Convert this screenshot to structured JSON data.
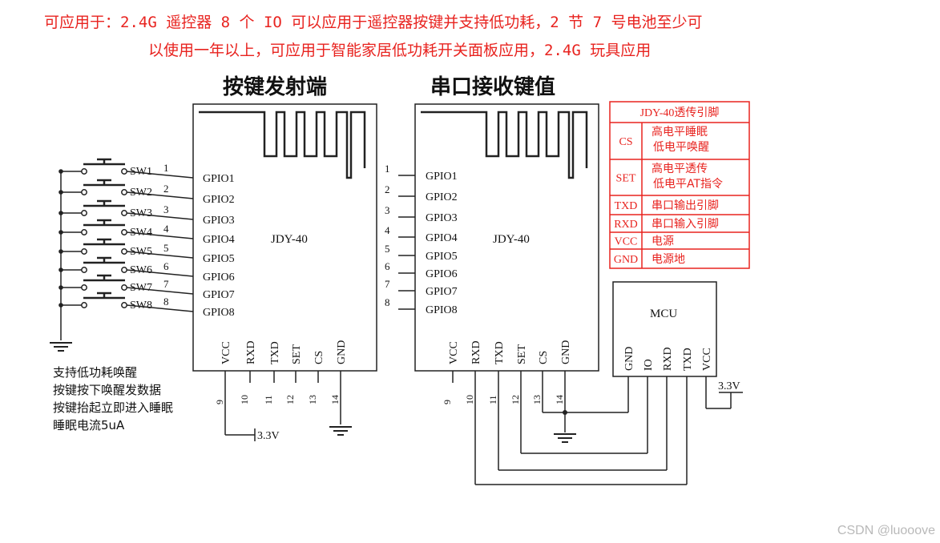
{
  "header": {
    "line1": "可应用于：2.4G 遥控器 8 个 IO 可以应用于遥控器按键并支持低功耗，2 节 7 号电池至少可",
    "line2": "以使用一年以上，可应用于智能家居低功耗开关面板应用，2.4G 玩具应用",
    "color": "#e8231f"
  },
  "left_module": {
    "title": "按键发射端",
    "chip_label": "JDY-40",
    "switches": [
      "SW1",
      "SW2",
      "SW3",
      "SW4",
      "SW5",
      "SW6",
      "SW7",
      "SW8"
    ],
    "switch_numbers": [
      "1",
      "2",
      "3",
      "4",
      "5",
      "6",
      "7",
      "8"
    ],
    "gpio_labels": [
      "GPIO1",
      "GPIO2",
      "GPIO3",
      "GPIO4",
      "GPIO5",
      "GPIO6",
      "GPIO7",
      "GPIO8"
    ],
    "bottom_pins": [
      "VCC",
      "RXD",
      "TXD",
      "SET",
      "CS",
      "GND"
    ],
    "bottom_numbers": [
      "9",
      "10",
      "11",
      "12",
      "13",
      "14"
    ],
    "supply_label": "3.3V",
    "notes": [
      "支持低功耗唤醒",
      "按键按下唤醒发数据",
      "按键抬起立即进入睡眠",
      "睡眠电流5uA"
    ]
  },
  "right_module": {
    "title": "串口接收键值",
    "chip_label": "JDY-40",
    "pin_numbers": [
      "1",
      "2",
      "3",
      "4",
      "5",
      "6",
      "7",
      "8"
    ],
    "gpio_labels": [
      "GPIO1",
      "GPIO2",
      "GPIO3",
      "GPIO4",
      "GPIO5",
      "GPIO6",
      "GPIO7",
      "GPIO8"
    ],
    "bottom_pins": [
      "VCC",
      "RXD",
      "TXD",
      "SET",
      "CS",
      "GND"
    ],
    "bottom_numbers": [
      "9",
      "10",
      "11",
      "12",
      "13",
      "14"
    ]
  },
  "mcu": {
    "label": "MCU",
    "pins": [
      "GND",
      "IO",
      "RXD",
      "TXD",
      "VCC"
    ],
    "supply_label": "3.3V"
  },
  "pin_table": {
    "title": "JDY-40透传引脚",
    "color": "#e8231f",
    "rows": [
      {
        "name": "CS",
        "desc": [
          "高电平睡眠",
          "低电平唤醒"
        ]
      },
      {
        "name": "SET",
        "desc": [
          "高电平透传",
          "低电平AT指令"
        ]
      },
      {
        "name": "TXD",
        "desc": [
          "串口输出引脚"
        ]
      },
      {
        "name": "RXD",
        "desc": [
          "串口输入引脚"
        ]
      },
      {
        "name": "VCC",
        "desc": [
          "电源"
        ]
      },
      {
        "name": "GND",
        "desc": [
          "电源地"
        ]
      }
    ]
  },
  "watermark": "CSDN @luooove"
}
